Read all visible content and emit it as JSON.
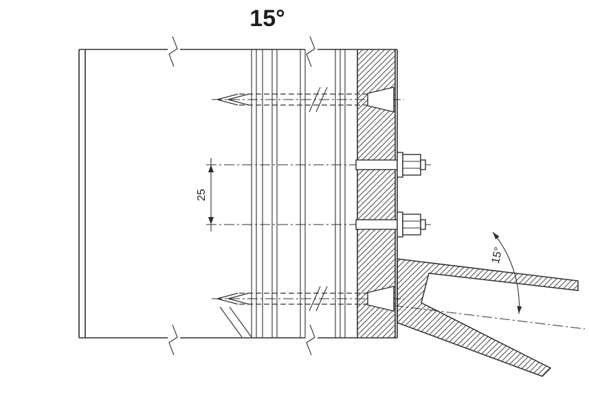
{
  "drawing": {
    "title_label": "15°",
    "spacing_dimension": "25",
    "blade_angle_dimension": "15°"
  },
  "colors": {
    "background": "#ffffff",
    "line": "#2d2d2d",
    "hatch": "#454545"
  }
}
